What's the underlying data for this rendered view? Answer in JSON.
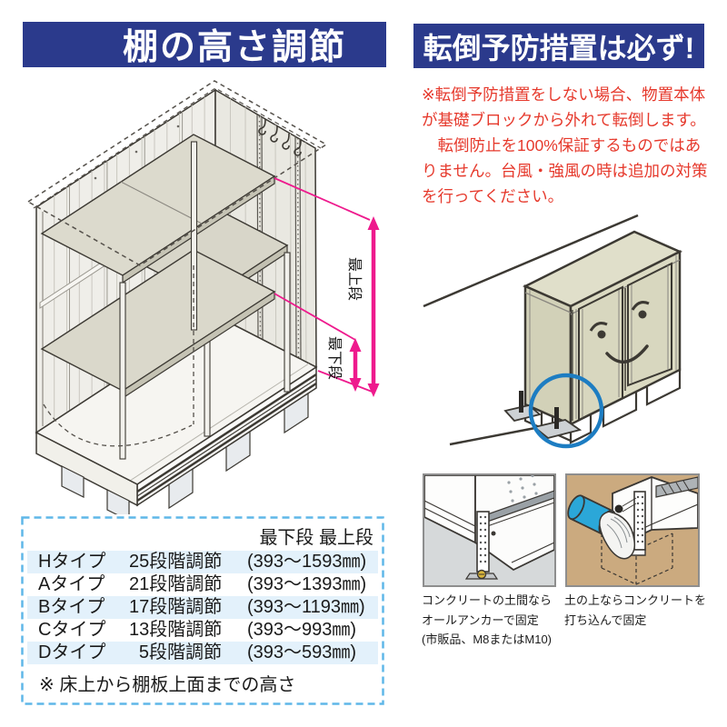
{
  "left": {
    "banner": "棚の高さ調節",
    "dim_labels": {
      "top": "最上段",
      "bottom": "最下段"
    },
    "table": {
      "header": "最下段 最上段",
      "rows": [
        {
          "type": "Hタイプ",
          "steps": "25段階調節",
          "range": "(393〜1593㎜)"
        },
        {
          "type": "Aタイプ",
          "steps": "21段階調節",
          "range": "(393〜1393㎜)"
        },
        {
          "type": "Bタイプ",
          "steps": "17段階調節",
          "range": "(393〜1193㎜)"
        },
        {
          "type": "Cタイプ",
          "steps": "13段階調節",
          "range": "(393〜993㎜)"
        },
        {
          "type": "Dタイプ",
          "steps": "5段階調節",
          "range": "(393〜593㎜)"
        }
      ],
      "note": "※ 床上から棚板上面までの高さ"
    }
  },
  "right": {
    "banner": "転倒予防措置は必ず!",
    "warning_lines": [
      "※転倒予防措置をしない場合、物置本体",
      "が基礎ブロックから外れて転倒します。",
      "　転倒防止を100%保証するものではあ",
      "りません。台風・強風の時は追加の対策",
      "を行ってください。"
    ],
    "captions": {
      "box1": [
        "コンクリートの土間なら",
        "オールアンカーで固定",
        "(市販品、M8またはM10)"
      ],
      "box2": [
        "土の上ならコンクリートを",
        "打ち込んで固定"
      ]
    }
  },
  "colors": {
    "banner_blue": "#2b3a8c",
    "warning_red": "#e6392c",
    "magenta": "#ee1a8d",
    "table_row_blue": "#e3f1fb",
    "table_border_blue": "#5fb7e8",
    "shed_beige": "#d6d5bd",
    "circle_blue": "#1d7dc2",
    "dirt_tan": "#cbaa7f"
  }
}
